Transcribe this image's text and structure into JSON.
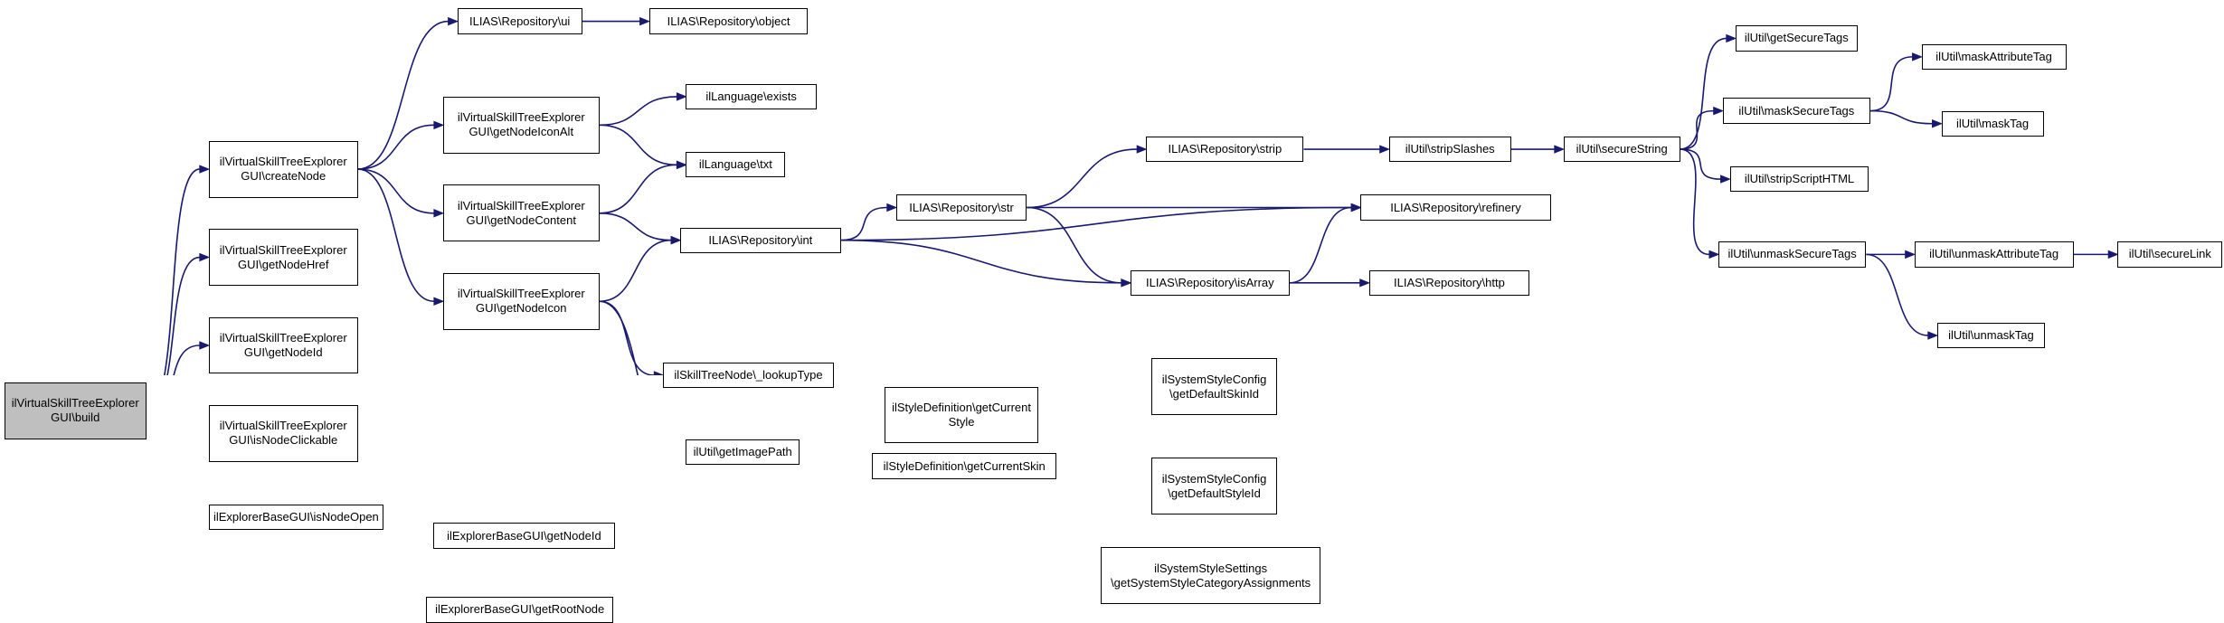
{
  "graph": {
    "root_id": "build",
    "nodes": [
      {
        "id": "build",
        "label": "ilVirtualSkillTreeExplorer\nGUI\\build"
      },
      {
        "id": "createNode",
        "label": "ilVirtualSkillTreeExplorer\nGUI\\createNode"
      },
      {
        "id": "getNodeHref",
        "label": "ilVirtualSkillTreeExplorer\nGUI\\getNodeHref"
      },
      {
        "id": "getNodeId",
        "label": "ilVirtualSkillTreeExplorer\nGUI\\getNodeId"
      },
      {
        "id": "isNodeClickable",
        "label": "ilVirtualSkillTreeExplorer\nGUI\\isNodeClickable"
      },
      {
        "id": "isNodeOpen",
        "label": "ilExplorerBaseGUI\\isNodeOpen"
      },
      {
        "id": "ui",
        "label": "ILIAS\\Repository\\ui"
      },
      {
        "id": "object",
        "label": "ILIAS\\Repository\\object"
      },
      {
        "id": "getNodeIconAlt",
        "label": "ilVirtualSkillTreeExplorer\nGUI\\getNodeIconAlt"
      },
      {
        "id": "getNodeContent",
        "label": "ilVirtualSkillTreeExplorer\nGUI\\getNodeContent"
      },
      {
        "id": "getNodeIcon",
        "label": "ilVirtualSkillTreeExplorer\nGUI\\getNodeIcon"
      },
      {
        "id": "exists",
        "label": "ilLanguage\\exists"
      },
      {
        "id": "txt",
        "label": "ilLanguage\\txt"
      },
      {
        "id": "int",
        "label": "ILIAS\\Repository\\int"
      },
      {
        "id": "lookupType",
        "label": "ilSkillTreeNode\\_lookupType"
      },
      {
        "id": "getImagePath",
        "label": "ilUtil\\getImagePath"
      },
      {
        "id": "baseGetNodeId",
        "label": "ilExplorerBaseGUI\\getNodeId"
      },
      {
        "id": "getRootNode",
        "label": "ilExplorerBaseGUI\\getRootNode"
      },
      {
        "id": "str",
        "label": "ILIAS\\Repository\\str"
      },
      {
        "id": "strip",
        "label": "ILIAS\\Repository\\strip"
      },
      {
        "id": "isArray",
        "label": "ILIAS\\Repository\\isArray"
      },
      {
        "id": "getCurrentStyle",
        "label": "ilStyleDefinition\\getCurrent\nStyle"
      },
      {
        "id": "getCurrentSkin",
        "label": "ilStyleDefinition\\getCurrentSkin"
      },
      {
        "id": "getDefaultSkinId",
        "label": "ilSystemStyleConfig\n\\getDefaultSkinId"
      },
      {
        "id": "getDefaultStyleId",
        "label": "ilSystemStyleConfig\n\\getDefaultStyleId"
      },
      {
        "id": "getSystemStyleCategoryAssignments",
        "label": "ilSystemStyleSettings\n\\getSystemStyleCategoryAssignments"
      },
      {
        "id": "stripSlashes",
        "label": "ilUtil\\stripSlashes"
      },
      {
        "id": "refinery",
        "label": "ILIAS\\Repository\\refinery"
      },
      {
        "id": "http",
        "label": "ILIAS\\Repository\\http"
      },
      {
        "id": "secureString",
        "label": "ilUtil\\secureString"
      },
      {
        "id": "getSecureTags",
        "label": "ilUtil\\getSecureTags"
      },
      {
        "id": "maskSecureTags",
        "label": "ilUtil\\maskSecureTags"
      },
      {
        "id": "stripScriptHTML",
        "label": "ilUtil\\stripScriptHTML"
      },
      {
        "id": "unmaskSecureTags",
        "label": "ilUtil\\unmaskSecureTags"
      },
      {
        "id": "maskAttributeTag",
        "label": "ilUtil\\maskAttributeTag"
      },
      {
        "id": "maskTag",
        "label": "ilUtil\\maskTag"
      },
      {
        "id": "unmaskAttributeTag",
        "label": "ilUtil\\unmaskAttributeTag"
      },
      {
        "id": "unmaskTag",
        "label": "ilUtil\\unmaskTag"
      },
      {
        "id": "secureLink",
        "label": "ilUtil\\secureLink"
      }
    ],
    "edges": [
      [
        "build",
        "createNode"
      ],
      [
        "build",
        "getNodeHref"
      ],
      [
        "build",
        "getNodeId"
      ],
      [
        "build",
        "isNodeClickable"
      ],
      [
        "build",
        "isNodeOpen"
      ],
      [
        "createNode",
        "ui"
      ],
      [
        "createNode",
        "getNodeIconAlt"
      ],
      [
        "createNode",
        "getNodeContent"
      ],
      [
        "createNode",
        "getNodeIcon"
      ],
      [
        "ui",
        "object"
      ],
      [
        "getNodeIconAlt",
        "exists"
      ],
      [
        "getNodeIconAlt",
        "txt"
      ],
      [
        "getNodeContent",
        "txt"
      ],
      [
        "getNodeContent",
        "int"
      ],
      [
        "getNodeIcon",
        "int"
      ],
      [
        "getNodeIcon",
        "lookupType"
      ],
      [
        "getNodeIcon",
        "getImagePath"
      ],
      [
        "isNodeOpen",
        "baseGetNodeId"
      ],
      [
        "isNodeOpen",
        "getRootNode"
      ],
      [
        "int",
        "refinery"
      ],
      [
        "int",
        "str"
      ],
      [
        "int",
        "isArray"
      ],
      [
        "str",
        "strip"
      ],
      [
        "str",
        "refinery"
      ],
      [
        "str",
        "isArray"
      ],
      [
        "strip",
        "stripSlashes"
      ],
      [
        "stripSlashes",
        "secureString"
      ],
      [
        "isArray",
        "refinery"
      ],
      [
        "isArray",
        "http"
      ],
      [
        "getImagePath",
        "getCurrentStyle"
      ],
      [
        "getImagePath",
        "getCurrentSkin"
      ],
      [
        "getCurrentStyle",
        "getDefaultSkinId"
      ],
      [
        "getCurrentStyle",
        "getDefaultStyleId"
      ],
      [
        "getCurrentStyle",
        "getSystemStyleCategoryAssignments"
      ],
      [
        "secureString",
        "getSecureTags"
      ],
      [
        "secureString",
        "maskSecureTags"
      ],
      [
        "secureString",
        "stripScriptHTML"
      ],
      [
        "secureString",
        "unmaskSecureTags"
      ],
      [
        "maskSecureTags",
        "maskAttributeTag"
      ],
      [
        "maskSecureTags",
        "maskTag"
      ],
      [
        "unmaskSecureTags",
        "unmaskAttributeTag"
      ],
      [
        "unmaskSecureTags",
        "unmaskTag"
      ],
      [
        "unmaskAttributeTag",
        "secureLink"
      ]
    ],
    "colors": {
      "edge": "#191970",
      "node_border": "#000000",
      "node_fill": "#ffffff",
      "root_fill": "#bfbfbf"
    }
  }
}
